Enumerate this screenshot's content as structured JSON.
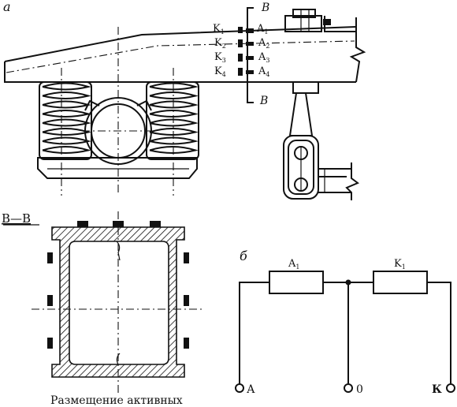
{
  "panel_a": {
    "label": "а",
    "section_marks": [
      "B",
      "B"
    ],
    "sensor_labels_left": [
      {
        "base": "K",
        "sub": "1"
      },
      {
        "base": "K",
        "sub": "2"
      },
      {
        "base": "K",
        "sub": "3"
      },
      {
        "base": "K",
        "sub": "4"
      }
    ],
    "sensor_labels_right": [
      {
        "base": "A",
        "sub": "1"
      },
      {
        "base": "A",
        "sub": "2"
      },
      {
        "base": "A",
        "sub": "3"
      },
      {
        "base": "A",
        "sub": "4"
      }
    ]
  },
  "section_view": {
    "title": "В—В",
    "caption": "Размещение активных"
  },
  "panel_b": {
    "label": "б",
    "resistor_active": {
      "base": "A",
      "sub": "1"
    },
    "resistor_comp": {
      "base": "K",
      "sub": "1"
    },
    "terminals": [
      "А",
      "0",
      "К"
    ]
  }
}
